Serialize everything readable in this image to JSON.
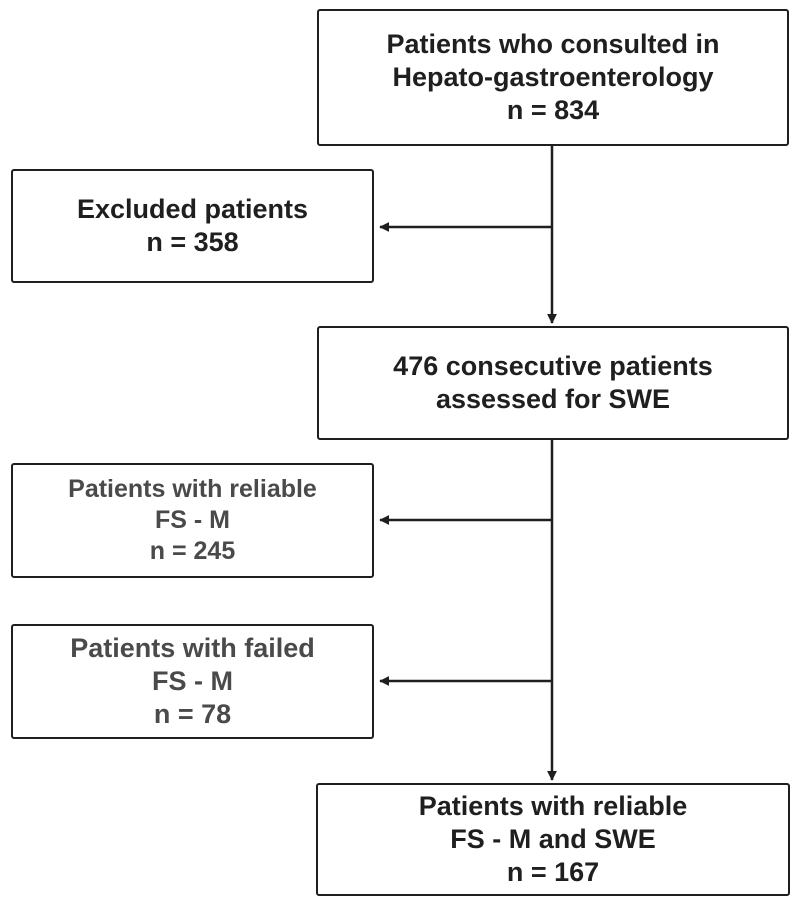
{
  "boxes": {
    "consulted": {
      "lines": [
        "Patients who consulted in",
        "Hepato-gastroenterology",
        "n = 834"
      ]
    },
    "excluded": {
      "lines": [
        "Excluded patients",
        "n = 358"
      ]
    },
    "assessed": {
      "lines": [
        "476 consecutive patients",
        "assessed for SWE"
      ]
    },
    "reliable_fsm": {
      "lines": [
        "Patients with reliable",
        "FS - M",
        "n = 245"
      ]
    },
    "failed_fsm": {
      "lines": [
        "Patients with failed",
        "FS - M",
        "n = 78"
      ]
    },
    "reliable_both": {
      "lines": [
        "Patients with reliable",
        "FS - M and SWE",
        "n = 167"
      ]
    }
  },
  "colors": {
    "stroke": "#1f1f1f",
    "grey_text": "#4a4a4a",
    "background": "#ffffff"
  }
}
